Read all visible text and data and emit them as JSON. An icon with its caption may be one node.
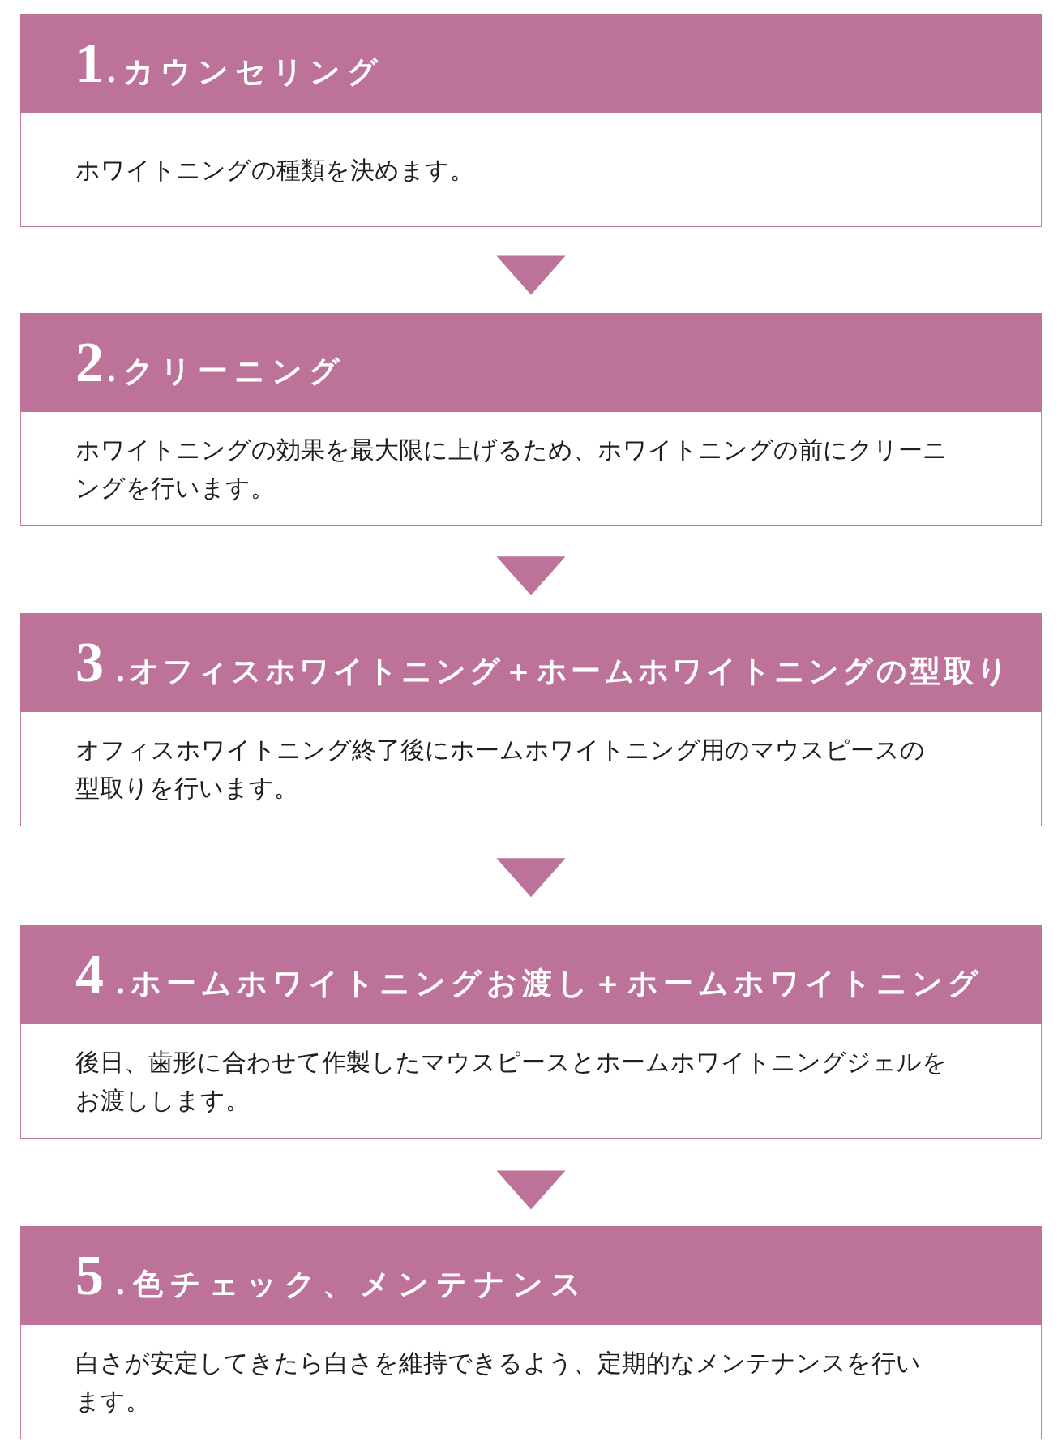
{
  "diagram": {
    "nodes": [
      {
        "text": [
          "1",
          ".カウンセリング",
          "ホワイトニングの種類を決めます。"
        ]
      },
      {
        "text": [
          "2",
          ".クリーニング",
          "ホワイトニングの効果を最大限に上げるため、ホワイトニングの前にクリーニングを行います。"
        ]
      },
      {
        "text": [
          "3",
          ".オフィスホワイトニング＋ホームホワイトニングの型取り",
          "オフィスホワイトニング終了後にホームホワイトニング用のマウスピースの型取りを行います。"
        ]
      },
      {
        "text": [
          "4",
          ".ホームホワイトニングお渡し＋ホームホワイトニング",
          "後日、歯形に合わせて作製したマウスピースとホームホワイトニングジェルをお渡しします。"
        ]
      },
      {
        "text": [
          "5",
          ".色チェック、メンテナンス",
          "白さが安定してきたら白さを維持できるよう、定期的なメンテナンスを行います。"
        ]
      }
    ],
    "edges": [
      {
        "from": 0,
        "to": 1,
        "arrow": "to"
      },
      {
        "from": 1,
        "to": 2,
        "arrow": "to"
      },
      {
        "from": 2,
        "to": 3,
        "arrow": "to"
      },
      {
        "from": 3,
        "to": 4,
        "arrow": "to"
      }
    ]
  }
}
